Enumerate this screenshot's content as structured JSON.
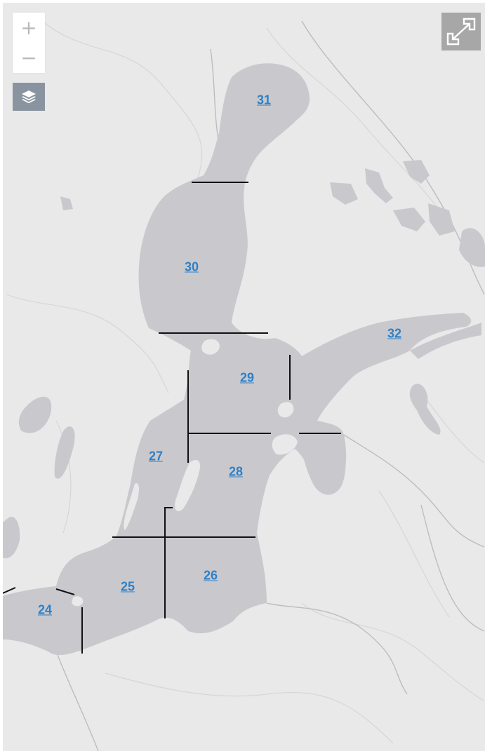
{
  "map": {
    "areas": [
      {
        "id": "31",
        "label": "31"
      },
      {
        "id": "30",
        "label": "30"
      },
      {
        "id": "32",
        "label": "32"
      },
      {
        "id": "29",
        "label": "29"
      },
      {
        "id": "27",
        "label": "27"
      },
      {
        "id": "28",
        "label": "28"
      },
      {
        "id": "26",
        "label": "26"
      },
      {
        "id": "25",
        "label": "25"
      },
      {
        "id": "24",
        "label": "24"
      }
    ],
    "colors": {
      "land": "#e9e9e9",
      "sea": "#c9c9cd",
      "boundary": "#111111",
      "label": "#2f80c7"
    }
  },
  "controls": {
    "zoom_in_icon": "plus-icon",
    "zoom_in_glyph": "+",
    "zoom_out_icon": "minus-icon",
    "zoom_out_glyph": "−",
    "layers_icon": "layers-icon",
    "fullscreen_icon": "expand-icon"
  }
}
